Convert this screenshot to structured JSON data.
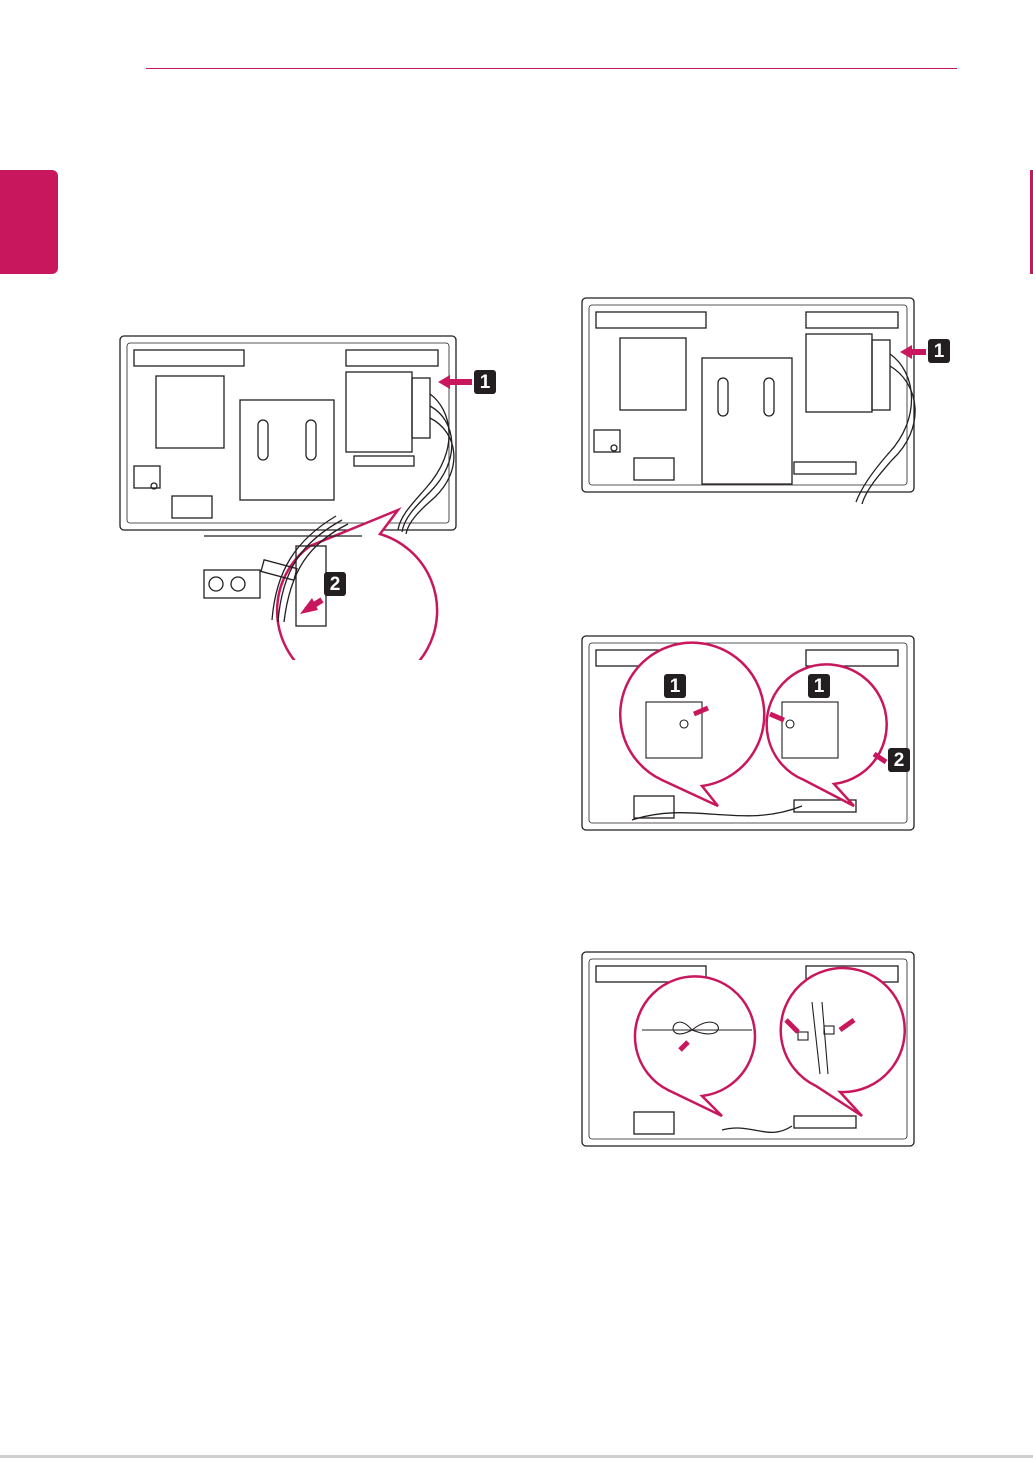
{
  "colors": {
    "accent": "#c8175d",
    "line": "#231f20"
  },
  "figures": [
    {
      "id": "fig-a",
      "callouts": [
        "1",
        "2"
      ]
    },
    {
      "id": "fig-b",
      "callouts": [
        "1"
      ]
    },
    {
      "id": "fig-c",
      "callouts": [
        "1",
        "1",
        "2"
      ]
    },
    {
      "id": "fig-d",
      "callouts": []
    }
  ]
}
